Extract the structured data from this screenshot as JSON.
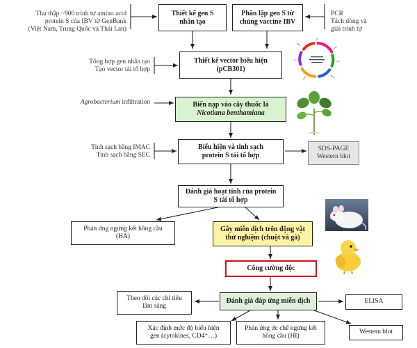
{
  "notes": {
    "collect_line1": "Thu thập ~900 trình tự amino acid",
    "collect_line2": "protein S của IBV từ GenBank",
    "collect_line3": "(Việt Nam, Trung Quốc và Thái Lan)",
    "pcr_line1": "PCR",
    "pcr_line2": "Tách dòng và",
    "pcr_line3": "giải trình tự",
    "synth_line1": "Tổng hợp gen nhân tạo",
    "synth_line2": "Tạo vector tái tổ hợp",
    "agro_italic": "Agrobacterium",
    "agro_rest": " infiltration",
    "purify_line1": "Tinh sạch bằng IMAC",
    "purify_line2": "Tinh sạch bằng SEC"
  },
  "boxes": {
    "design_gene_line1": "Thiết kế gen S",
    "design_gene_line2": "nhân tạo",
    "isolate_gene_line1": "Phân lập gen S từ",
    "isolate_gene_line2": "chủng vaccine IBV",
    "vector_line1": "Thiết kế vector biểu hiện",
    "vector_line2": "(pCB301)",
    "transform_line1": "Biến nạp vào cây thuốc lá",
    "transform_line2": "Nicotiana benthamiana",
    "express_line1": "Biểu hiện và tinh sạch",
    "express_line2": "protein S tái tổ hợp",
    "sds_line1": "SDS-PAGE",
    "sds_line2": "Western blot",
    "activity_line1": "Đánh giá hoạt tính của protein",
    "activity_line2": "S tái tổ hợp",
    "ha_line1": "Phản ứng ngưng kết hồng cầu",
    "ha_line2": "(HA)",
    "immun_line1": "Gây miễn dịch trên động vật",
    "immun_line2": "thử nghiệm (chuột và gà)",
    "challenge": "Công cường độc",
    "response": "Đánh giá đáp ứng miễn dịch",
    "clinical_line1": "Theo dõi các chỉ tiêu",
    "clinical_line2": "lâm sàng",
    "elisa": "ELISA",
    "cytokine_line1": "Xác định mức độ biểu hiện",
    "cytokine_line2": "gen (cytokines, CD4⁺…)",
    "hi_line1": "Phản ứng ức chế ngưng kết",
    "hi_line2": "hồng cầu (HI)",
    "wb": "Western blot"
  },
  "colors": {
    "green_fill": "#d9f2d0",
    "yellow_fill": "#fbf3a6",
    "red_border": "#d0121a",
    "grey_fill": "#e6e6e6",
    "response_fill": "#dff0d8"
  },
  "images": [
    "plasmid-map-illustration",
    "tobacco-plant-illustration",
    "mouse-photo",
    "chick-photo"
  ]
}
